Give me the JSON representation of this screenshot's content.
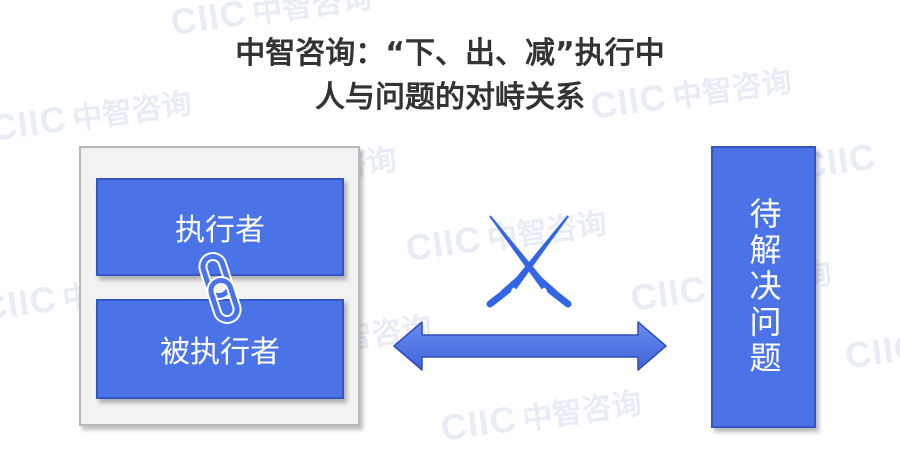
{
  "title": {
    "line1": "中智咨询：“下、出、减”执行中",
    "line2": "人与问题的对峙关系"
  },
  "left_panel": {
    "top_box_label": "执行者",
    "bottom_box_label": "被执行者"
  },
  "right_box": {
    "label": "待解决问题"
  },
  "watermark": {
    "latin": "CIIC",
    "chinese": "中智咨询"
  },
  "icons": {
    "link": "chain-link-icon",
    "swords": "crossed-swords-icon",
    "arrow": "double-arrow-icon"
  },
  "colors": {
    "box_fill": "#4a73e8",
    "box_border": "#3556c2",
    "panel_fill": "#f2f2f2",
    "title_text": "#333333",
    "icon_blue": "#3366e6"
  }
}
